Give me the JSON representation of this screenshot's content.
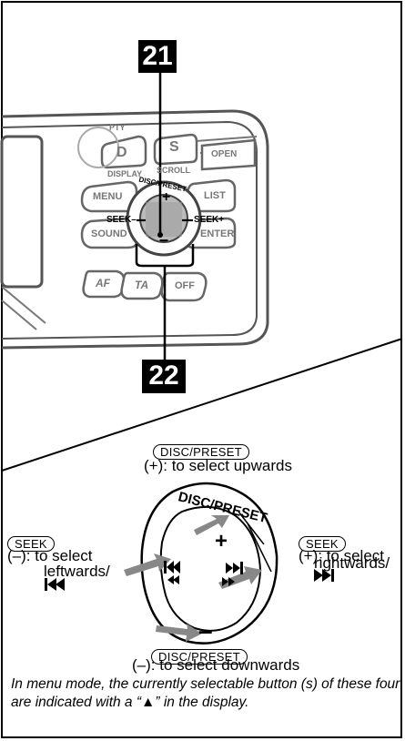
{
  "callouts": {
    "top": "21",
    "bottom": "22"
  },
  "panel_buttons": {
    "pty": "PTY",
    "d": "D",
    "s": "S",
    "display": "DISPLAY",
    "scroll": "SCROLL",
    "open": "OPEN",
    "menu": "MENU",
    "sound": "SOUND",
    "list": "LIST",
    "enter": "ENTER",
    "af": "AF",
    "ta": "TA",
    "off": "OFF",
    "disc_preset": "DISC/PRESET",
    "seek_minus": "SEEK–",
    "seek_plus": "SEEK+",
    "plus": "+",
    "minus": "–"
  },
  "dial": {
    "label": "DISC/PRESET",
    "plus": "+",
    "minus": "–"
  },
  "legend": {
    "up_key": "DISC/PRESET",
    "up_text": "(+): to select upwards",
    "left_key": "SEEK",
    "left_text_1": "(–): to select",
    "left_text_2": "leftwards/",
    "right_key": "SEEK",
    "right_text_1": "(+): to select",
    "right_text_2": "rightwards/",
    "down_key": "DISC/PRESET",
    "down_text": "(–): to select downwards"
  },
  "note": "In menu mode, the currently selectable button (s) of these four are indicated with a “▲” in the display."
}
